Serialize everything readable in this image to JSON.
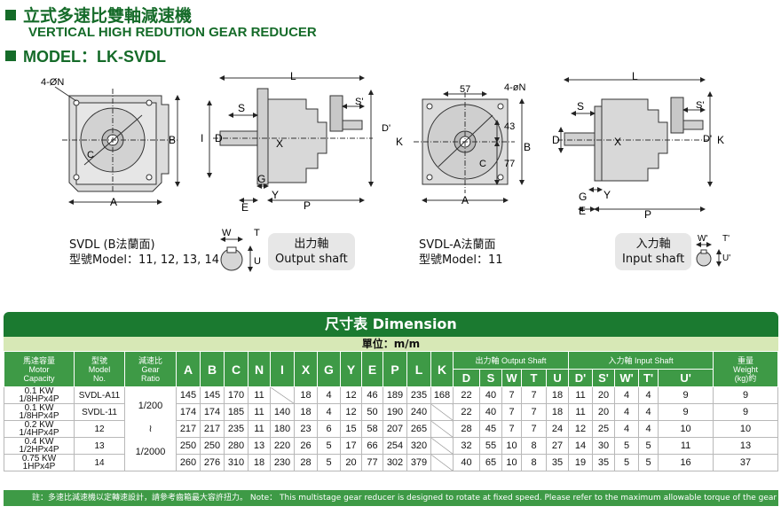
{
  "header": {
    "title_cn": "立式多速比雙軸減速機",
    "title_en": "VERTICAL HIGH REDUTION GEAR REDUCER",
    "model": "MODEL：LK-SVDL"
  },
  "drawings": {
    "labels": {
      "n": "4-ØN",
      "n2": "4-øN",
      "a": "A",
      "b": "B",
      "c": "C",
      "l": "L",
      "s": "S",
      "s2": "S'",
      "i": "I",
      "d": "D",
      "d2": "D'",
      "x": "X",
      "k": "K",
      "g": "G",
      "y": "Y",
      "e": "E",
      "p": "P",
      "w": "W",
      "t": "T",
      "u": "U",
      "w2": "W'",
      "t2": "T'",
      "u2": "U'",
      "dim57": "57",
      "dim43": "43",
      "dim77": "77"
    },
    "svdl_caption": "SVDL (B法蘭面)",
    "svdl_model": "型號Model：11, 12, 13, 14",
    "output_shaft_cn": "出力軸",
    "output_shaft_en": "Output shaft",
    "svdla_caption": "SVDL-A法蘭面",
    "svdla_model": "型號Model：11",
    "input_shaft_cn": "入力軸",
    "input_shaft_en": "Input shaft"
  },
  "table": {
    "title": "尺寸表 Dimension",
    "unit": "單位：m/m",
    "headers": {
      "motor_cn": "馬達容量",
      "motor_en1": "Motor",
      "motor_en2": "Capacity",
      "model_cn": "型號",
      "model_en1": "Model",
      "model_en2": "No.",
      "ratio_cn": "減速比",
      "ratio_en1": "Gear",
      "ratio_en2": "Ratio",
      "letters": [
        "A",
        "B",
        "C",
        "N",
        "I",
        "X",
        "G",
        "Y",
        "E",
        "P",
        "L",
        "K"
      ],
      "output_shaft": "出力軸 Output Shaft",
      "output_letters": [
        "D",
        "S",
        "W",
        "T",
        "U"
      ],
      "input_shaft": "入力軸 Input Shaft",
      "input_letters": [
        "D'",
        "S'",
        "W'",
        "T'",
        "U'"
      ],
      "weight_cn": "重量",
      "weight_en": "Weight",
      "weight_unit": "(kg)約"
    },
    "ratio_top": "1/200",
    "ratio_mid": "≀",
    "ratio_bottom": "1/2000",
    "rows": [
      {
        "kw": "0.1 KW",
        "hp": "1/8HPx4P",
        "model": "SVDL-A11",
        "vals": [
          "145",
          "145",
          "170",
          "11",
          "",
          "18",
          "4",
          "12",
          "46",
          "189",
          "235",
          "168"
        ],
        "out": [
          "22",
          "40",
          "7",
          "7",
          "18"
        ],
        "in": [
          "11",
          "20",
          "4",
          "4",
          "9"
        ],
        "weight": "9"
      },
      {
        "kw": "0.1 KW",
        "hp": "1/8HPx4P",
        "model": "SVDL-11",
        "vals": [
          "174",
          "174",
          "185",
          "11",
          "140",
          "18",
          "4",
          "12",
          "50",
          "190",
          "240",
          ""
        ],
        "out": [
          "22",
          "40",
          "7",
          "7",
          "18"
        ],
        "in": [
          "11",
          "20",
          "4",
          "4",
          "9"
        ],
        "weight": "9"
      },
      {
        "kw": "0.2 KW",
        "hp": "1/4HPx4P",
        "model": "12",
        "vals": [
          "217",
          "217",
          "235",
          "11",
          "180",
          "23",
          "6",
          "15",
          "58",
          "207",
          "265",
          ""
        ],
        "out": [
          "28",
          "45",
          "7",
          "7",
          "24"
        ],
        "in": [
          "12",
          "25",
          "4",
          "4",
          "10"
        ],
        "weight": "10"
      },
      {
        "kw": "0.4 KW",
        "hp": "1/2HPx4P",
        "model": "13",
        "vals": [
          "250",
          "250",
          "280",
          "13",
          "220",
          "26",
          "5",
          "17",
          "66",
          "254",
          "320",
          ""
        ],
        "out": [
          "32",
          "55",
          "10",
          "8",
          "27"
        ],
        "in": [
          "14",
          "30",
          "5",
          "5",
          "11"
        ],
        "weight": "13"
      },
      {
        "kw": "0.75 KW",
        "hp": "1HPx4P",
        "model": "14",
        "vals": [
          "260",
          "276",
          "310",
          "18",
          "230",
          "28",
          "5",
          "20",
          "77",
          "302",
          "379",
          ""
        ],
        "out": [
          "40",
          "65",
          "10",
          "8",
          "35"
        ],
        "in": [
          "19",
          "35",
          "5",
          "5",
          "16"
        ],
        "weight": "37"
      }
    ],
    "note": "註：多速比減速機以定轉速設計，請參考齒箱最大容許扭力。  Note： This multistage gear reducer is designed to rotate at fixed speed. Please refer to the maximum allowable torque of the gear box."
  }
}
